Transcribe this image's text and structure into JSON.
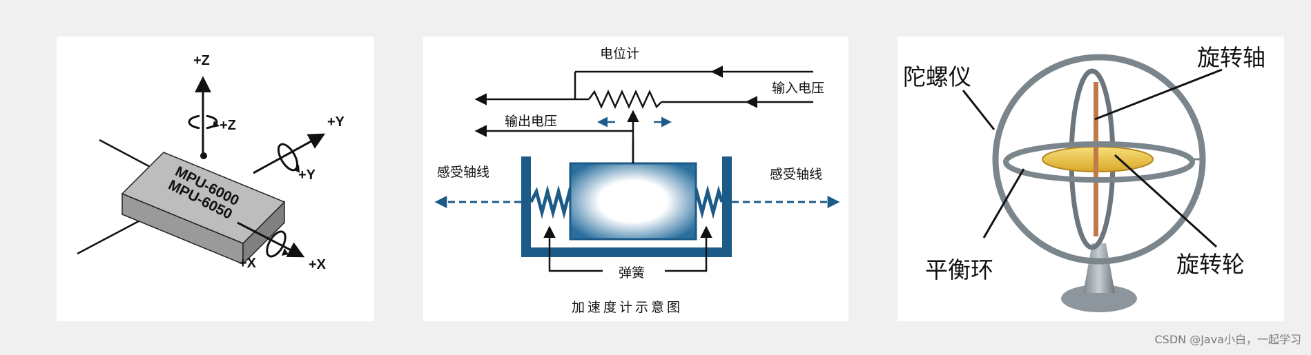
{
  "mpu_panel": {
    "axis_z": "+Z",
    "rot_z": "+Z",
    "axis_y": "+Y",
    "rot_y": "+Y",
    "axis_x": "+X",
    "rot_x": "+X",
    "chip_line1": "MPU-6000",
    "chip_line2": "MPU-6050"
  },
  "accelerometer_panel": {
    "potentiometer": "电位计",
    "input_voltage": "输入电压",
    "output_voltage": "输出电压",
    "sensing_axis_left": "感受轴线",
    "sensing_axis_right": "感受轴线",
    "spring": "弹簧",
    "caption": "加速度计示意图"
  },
  "gyroscope_panel": {
    "gyroscope": "陀螺仪",
    "spin_axis": "旋转轴",
    "gimbal": "平衡环",
    "rotor": "旋转轮"
  },
  "watermark": "CSDN @Java小白，一起学习"
}
